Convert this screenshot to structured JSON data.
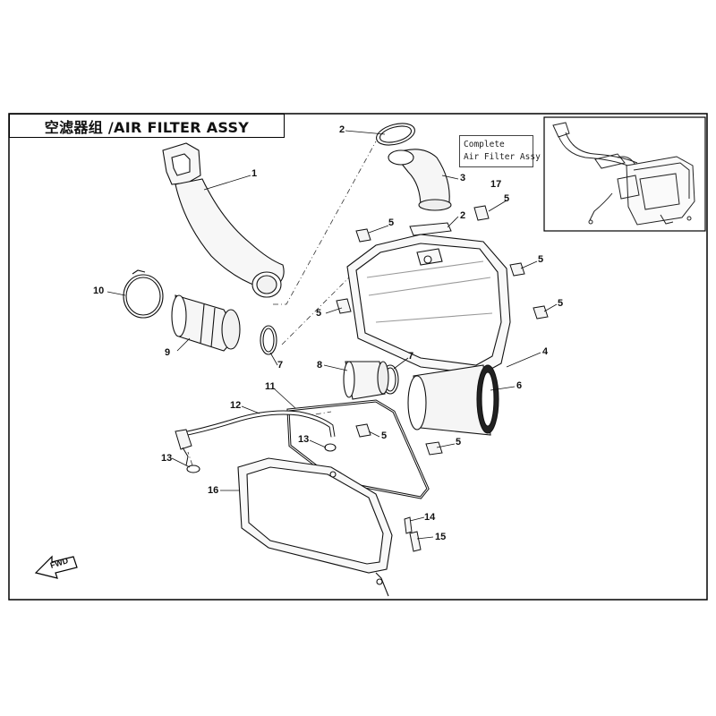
{
  "title": "空滤器组 /AIR FILTER ASSY",
  "complete_box": {
    "line1": "Complete",
    "line2": "Air Filter Assy"
  },
  "direction_label": "FWD",
  "callouts": [
    {
      "id": "c1",
      "label": "1"
    },
    {
      "id": "c2a",
      "label": "2"
    },
    {
      "id": "c2b",
      "label": "2"
    },
    {
      "id": "c3",
      "label": "3"
    },
    {
      "id": "c4",
      "label": "4"
    },
    {
      "id": "c5a",
      "label": "5"
    },
    {
      "id": "c5b",
      "label": "5"
    },
    {
      "id": "c5c",
      "label": "5"
    },
    {
      "id": "c5d",
      "label": "5"
    },
    {
      "id": "c5e",
      "label": "5"
    },
    {
      "id": "c5f",
      "label": "5"
    },
    {
      "id": "c5g",
      "label": "5"
    },
    {
      "id": "c5h",
      "label": "5"
    },
    {
      "id": "c6",
      "label": "6"
    },
    {
      "id": "c7a",
      "label": "7"
    },
    {
      "id": "c7b",
      "label": "7"
    },
    {
      "id": "c8",
      "label": "8"
    },
    {
      "id": "c9",
      "label": "9"
    },
    {
      "id": "c10",
      "label": "10"
    },
    {
      "id": "c11",
      "label": "11"
    },
    {
      "id": "c12",
      "label": "12"
    },
    {
      "id": "c13a",
      "label": "13"
    },
    {
      "id": "c13b",
      "label": "13"
    },
    {
      "id": "c14",
      "label": "14"
    },
    {
      "id": "c15",
      "label": "15"
    },
    {
      "id": "c16",
      "label": "16"
    },
    {
      "id": "c17",
      "label": "17"
    }
  ]
}
